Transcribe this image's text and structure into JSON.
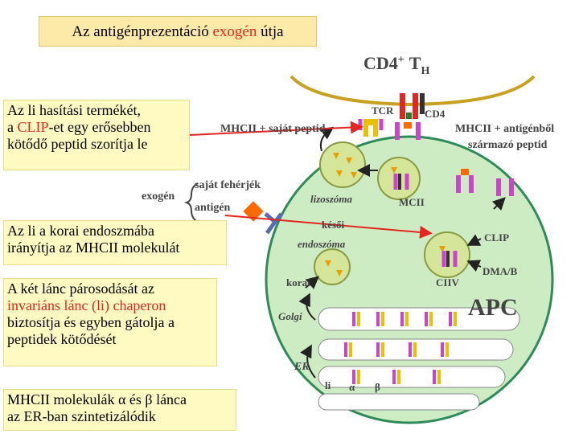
{
  "title": {
    "prefix": "Az antigénprezentáció ",
    "accent": "exogén",
    "suffix": " útja"
  },
  "notes": {
    "n1": {
      "l1": "Az li hasítási termékét,",
      "l2a": "a ",
      "l2b": "CLIP",
      "l2c": "-et egy erősebben",
      "l3": "kötődő peptid szorítja le"
    },
    "n2": {
      "l1": "Az li a korai endoszmába",
      "l2": "irányítja az MHCII  molekulát"
    },
    "n3": {
      "l1": "A két lánc párosodását az",
      "l2": "invariáns lánc (li) chaperon",
      "l3": "biztosítja és egyben gátolja a",
      "l4": "peptidek kötődését"
    },
    "n4": {
      "l1": "MHCII molekulák α és β lánca",
      "l2": "az ER-ban szintetizálódik"
    }
  },
  "diagram": {
    "cd4": "CD4",
    "cd4_sup": "+",
    "th": "T",
    "th_sub": "H",
    "tcr": "TCR",
    "cd4_label": "CD4",
    "mhc_self": "MHCII + saját peptid",
    "mhc_ag1": "MHCII + antigénből",
    "mhc_ag2": "származó peptid",
    "exogen": "exogén",
    "self_protein": "saját fehérjék",
    "antigen": "antigén",
    "lizoszoma": "lizoszóma",
    "mcii": "MCII",
    "kesoi": "késői",
    "endoszoma": "endoszóma",
    "korai": "korai",
    "clip": "CLIP",
    "dma": "DMA/B",
    "ciiv": "CIIV",
    "apc": "APC",
    "golgi": "Golgi",
    "er": "ER",
    "li": "li",
    "alpha": "α",
    "beta": "β"
  },
  "colors": {
    "cell": "#cdecc4",
    "cell_border": "#2e8b57",
    "red": "#e3261f",
    "note_bg": "#fff9c2",
    "title_bg": "#fde9a8"
  }
}
